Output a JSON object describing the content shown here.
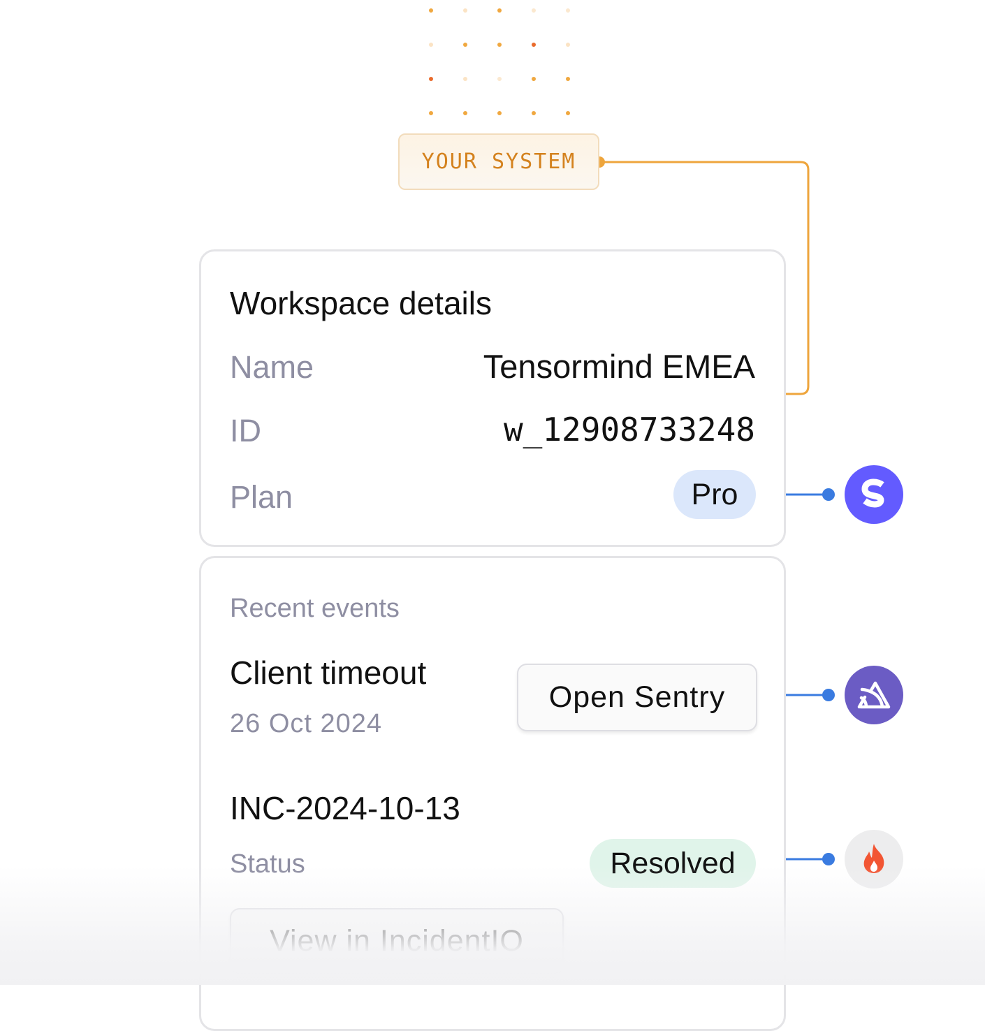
{
  "system_chip": {
    "label": "YOUR SYSTEM"
  },
  "workspace": {
    "title": "Workspace details",
    "rows": [
      {
        "label": "Name",
        "value": "Tensormind EMEA"
      },
      {
        "label": "ID",
        "value": "w_12908733248"
      },
      {
        "label": "Plan",
        "value": "Pro"
      }
    ]
  },
  "events": {
    "heading": "Recent events",
    "sentry_event": {
      "title": "Client timeout",
      "date": "26 Oct 2024",
      "button": "Open Sentry"
    },
    "incident": {
      "title": "INC-2024-10-13",
      "status_label": "Status",
      "status_value": "Resolved",
      "button": "View in IncidentIO"
    }
  },
  "integrations": [
    {
      "icon": "stripe-icon",
      "color": "#635bff"
    },
    {
      "icon": "sentry-icon",
      "color": "#6b5cc4"
    },
    {
      "icon": "incidentio-flame-icon",
      "color": "#f25533"
    }
  ],
  "colors": {
    "accent_orange": "#eea53c",
    "connector_blue": "#3a7be0",
    "pro_pill": "#dbe7fb",
    "resolved_pill": "#e0f4ea"
  }
}
